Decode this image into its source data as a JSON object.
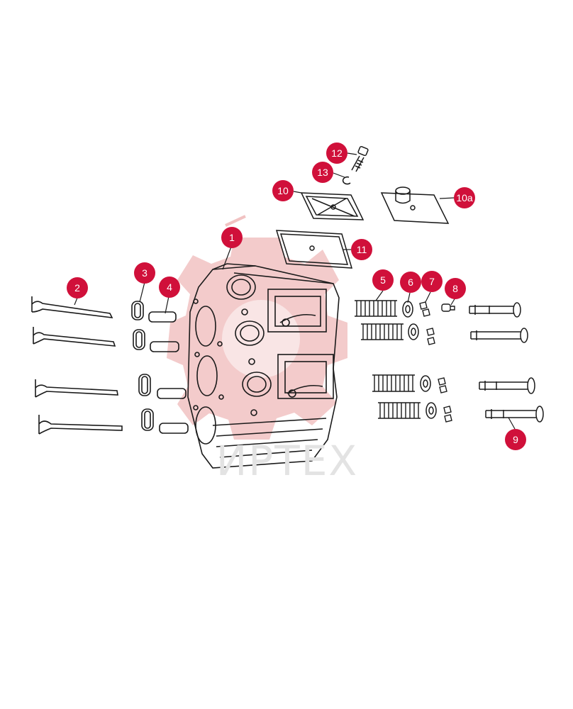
{
  "watermark": {
    "text": "ИРТЕХ",
    "color": "#e3e3e3",
    "logo_color": "#f1c2c2"
  },
  "colors": {
    "badge": "#d0103a",
    "line": "#1a1a1a"
  },
  "callouts": [
    {
      "id": "1",
      "label": "1",
      "part": "cylinder-head"
    },
    {
      "id": "2",
      "label": "2",
      "part": "valves"
    },
    {
      "id": "3",
      "label": "3",
      "part": "valve-seat-inserts"
    },
    {
      "id": "4",
      "label": "4",
      "part": "valve-guides"
    },
    {
      "id": "5",
      "label": "5",
      "part": "valve-springs"
    },
    {
      "id": "6",
      "label": "6",
      "part": "spring-retainers"
    },
    {
      "id": "7",
      "label": "7",
      "part": "valve-keepers"
    },
    {
      "id": "8",
      "label": "8",
      "part": "valve-caps"
    },
    {
      "id": "9",
      "label": "9",
      "part": "injectors-rods"
    },
    {
      "id": "10",
      "label": "10",
      "part": "cover-plate"
    },
    {
      "id": "10a",
      "label": "10a",
      "part": "cover-plate-with-boss"
    },
    {
      "id": "11",
      "label": "11",
      "part": "gasket"
    },
    {
      "id": "12",
      "label": "12",
      "part": "bolt"
    },
    {
      "id": "13",
      "label": "13",
      "part": "washer"
    }
  ]
}
